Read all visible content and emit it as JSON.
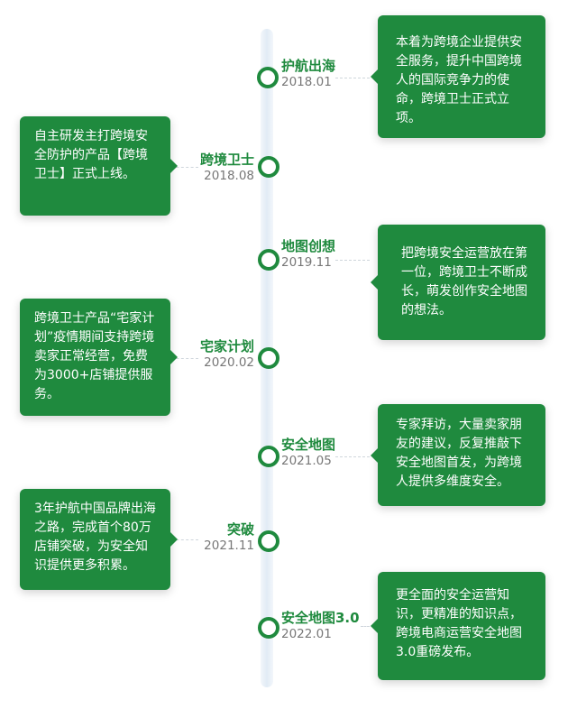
{
  "timeline": [
    {
      "title": "护航出海",
      "date": "2018.01",
      "text": "本着为跨境企业提供安全服务，提升中国跨境人的国际竞争力的使命，跨境卫士正式立项。"
    },
    {
      "title": "跨境卫士",
      "date": "2018.08",
      "text": "自主研发主打跨境安全防护的产品【跨境卫士】正式上线。"
    },
    {
      "title": "地图创想",
      "date": "2019.11",
      "text": "把跨境安全运营放在第一位，跨境卫士不断成长，萌发创作安全地图的想法。"
    },
    {
      "title": "宅家计划",
      "date": "2020.02",
      "text": "跨境卫士产品“宅家计划”疫情期间支持跨境卖家正常经营，免费为3000+店铺提供服务。"
    },
    {
      "title": "安全地图",
      "date": "2021.05",
      "text": "专家拜访，大量卖家朋友的建议，反复推敲下安全地图首发，为跨境人提供多维度安全。"
    },
    {
      "title": "突破",
      "date": "2021.11",
      "text": "3年护航中国品牌出海之路，完成首个80万店铺突破，为安全知识提供更多积累。"
    },
    {
      "title": "安全地图3.0",
      "date": "2022.01",
      "text": "更全面的安全运营知识，更精准的知识点，跨境电商运营安全地图3.0重磅发布。"
    }
  ],
  "accent": "#1f8a3e"
}
